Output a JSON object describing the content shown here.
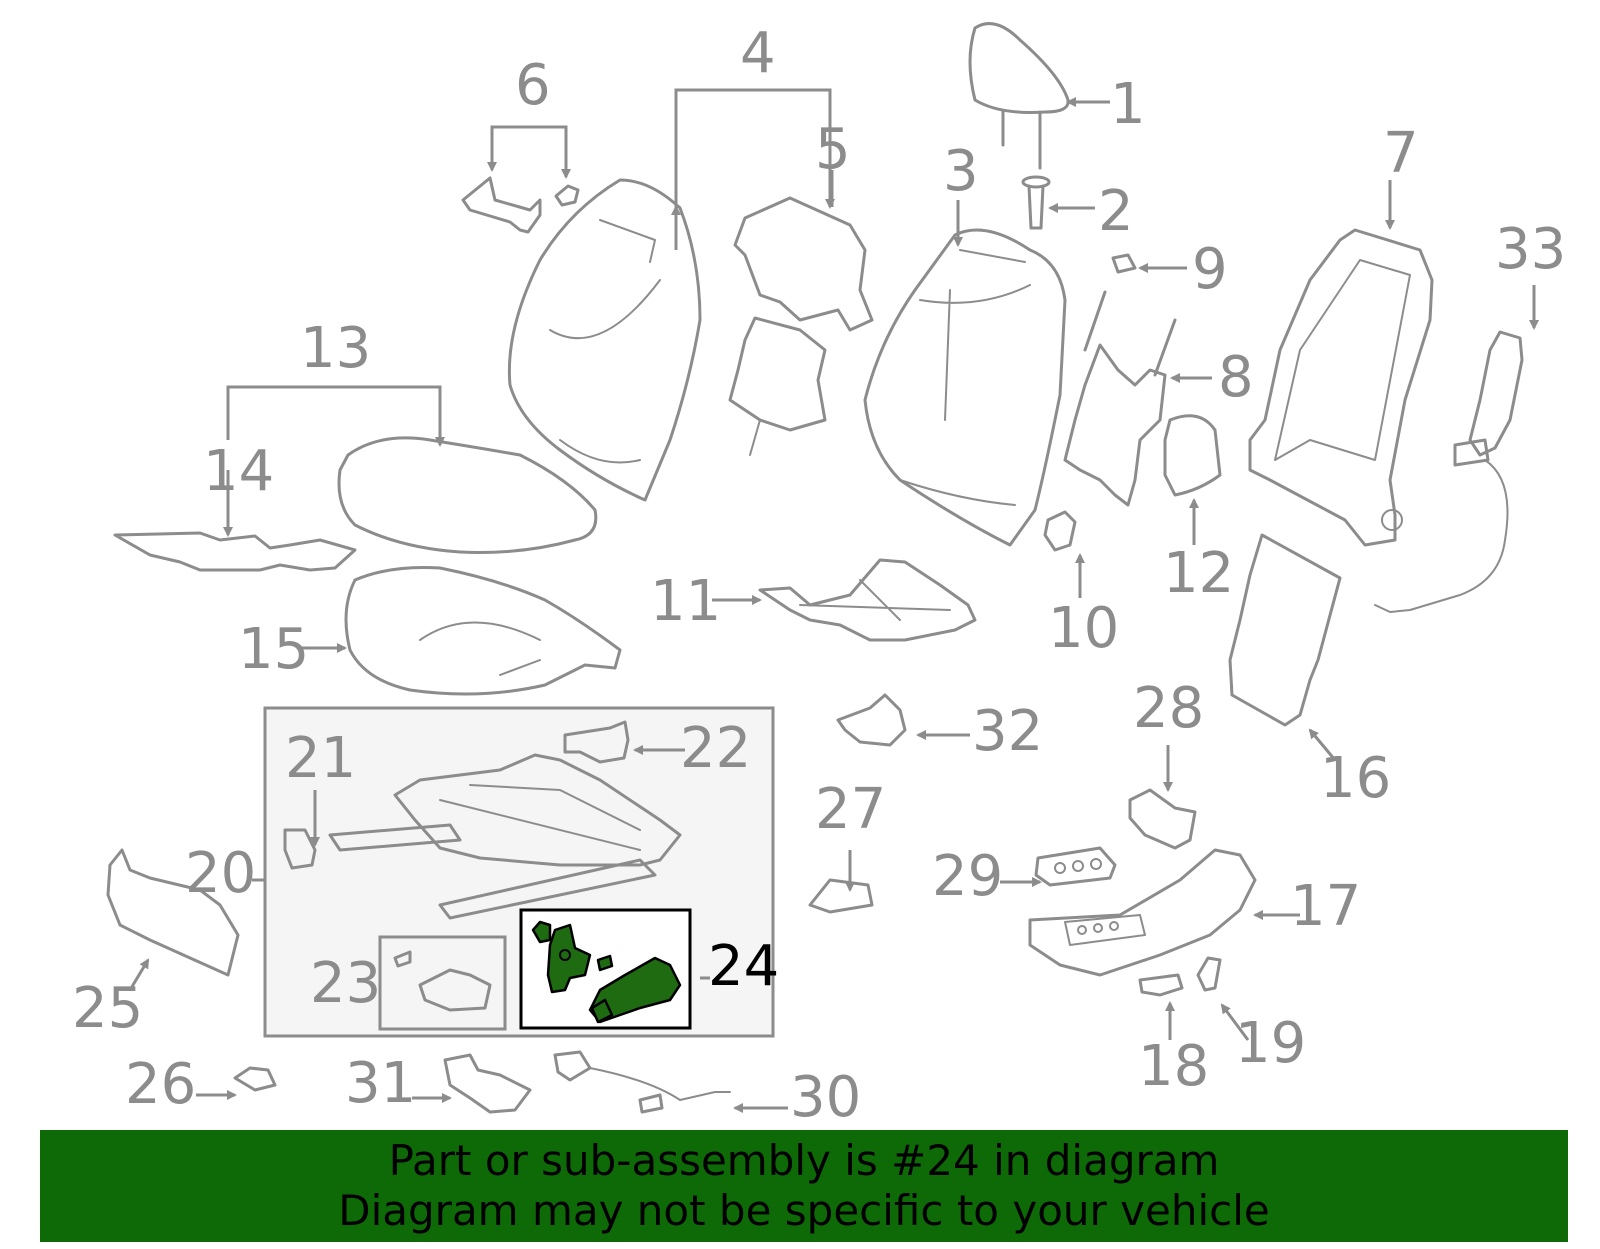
{
  "diagram": {
    "highlighted_part": "24",
    "callouts": [
      "1",
      "2",
      "3",
      "4",
      "5",
      "6",
      "7",
      "8",
      "9",
      "10",
      "11",
      "12",
      "13",
      "14",
      "15",
      "16",
      "17",
      "18",
      "19",
      "20",
      "21",
      "22",
      "23",
      "24",
      "25",
      "26",
      "27",
      "28",
      "29",
      "30",
      "31",
      "32",
      "33"
    ],
    "colors": {
      "part_outline": "#8c8c8c",
      "highlight_fill": "#1e6b12",
      "banner_bg": "#0e6a07",
      "group_bg": "#f5f5f5"
    }
  },
  "banner": {
    "line1": "Part or sub-assembly is #24 in diagram",
    "line2": "Diagram may not be specific to your vehicle"
  }
}
